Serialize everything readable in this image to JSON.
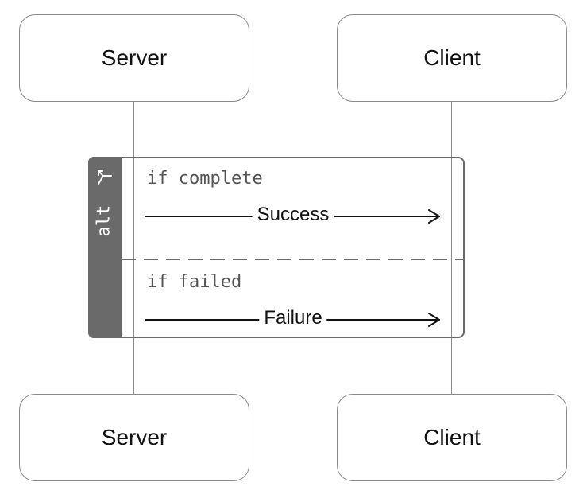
{
  "participants": {
    "top": [
      {
        "label": "Server"
      },
      {
        "label": "Client"
      }
    ],
    "bottom": [
      {
        "label": "Server"
      },
      {
        "label": "Client"
      }
    ]
  },
  "alt_fragment": {
    "operator": "alt",
    "icon": "branch-icon",
    "sections": [
      {
        "guard": "if complete",
        "message": {
          "label": "Success",
          "from": "Server",
          "to": "Client"
        }
      },
      {
        "guard": "if failed",
        "message": {
          "label": "Failure",
          "from": "Server",
          "to": "Client"
        }
      }
    ]
  }
}
